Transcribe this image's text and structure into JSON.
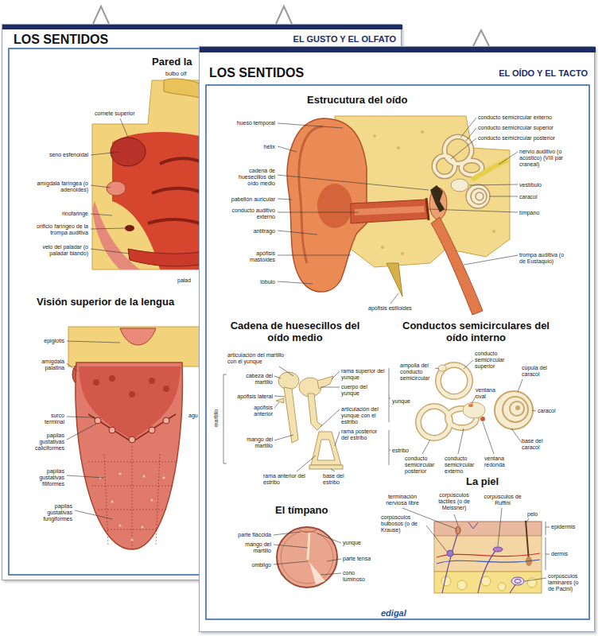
{
  "diagram": {
    "nodes": [
      {
        "text": [
          "LOS SENTIDOS",
          "EL GUSTO Y EL OLFATO"
        ]
      },
      {
        "text": [
          "LOS SENTIDOS",
          "EL OÍDO Y EL TACTO"
        ]
      }
    ],
    "labels": [
      "Pared la",
      "bulbo olf",
      "cornete superior",
      "seno esfenoidal",
      "amígdala faríngea (o adenoides)",
      "rinofaringe",
      "orificio faríngeo de la trompa auditiva",
      "velo del paladar (o paladar blando)",
      "palad",
      "Visión superior de la lengua",
      "epiglotis",
      "amígdala palatina",
      "surco terminal",
      "papilas gustativas caliciformes",
      "papilas gustativas filiformes",
      "papilas gustativas fungiformes",
      "agu",
      "Estrucutura del oído",
      "hueso temporal",
      "hélix",
      "cadena de huesecillos del oído medio",
      "pabellón auricular",
      "conducto auditivo externo",
      "antitrago",
      "apófisis mastoides",
      "lóbulo",
      "apófisis estiloides",
      "conducto semicircular externo",
      "conducto semicircular superior",
      "conducto semicircular posterior",
      "nervio auditivo (o acústico) (VIII par craneal)",
      "vestíbulo",
      "caracol",
      "tímpano",
      "trompa auditiva (o de Eustaquio)",
      "Cadena de huesecillos del oído medio",
      "Conductos semicirculares del oído interno",
      "articulación del martillo con el yunque",
      "cabeza del martillo",
      "apófisis lateral",
      "apófisis anterior",
      "mango del martillo",
      "rama anterior del estribo",
      "rama superior del yunque",
      "cuerpo del yunque",
      "articulación del yunque con el estribo",
      "rama posterior del estribo",
      "base del estribo",
      "yunque",
      "estribo",
      "martillo",
      "ampolla del conducto semicircular",
      "conducto semicircular superior",
      "cúpula del caracol",
      "ventana oval",
      "caracol",
      "conducto semicircular posterior",
      "conducto semicircular externo",
      "ventana redonda",
      "base del caracol",
      "El tímpano",
      "parte fláccida",
      "mango del martillo",
      "ombligo",
      "yunque",
      "parte tensa",
      "cono luminoso",
      "La piel",
      "terminación nerviosa libre",
      "corpúsculos táctiles (o de Meissner)",
      "corpúsculos de Ruffini",
      "corpúsculos bulbosos (o de Krause)",
      "pelo",
      "epidermis",
      "dermis",
      "corpúsculos laminares (o de Pacini)",
      "edigal"
    ]
  }
}
